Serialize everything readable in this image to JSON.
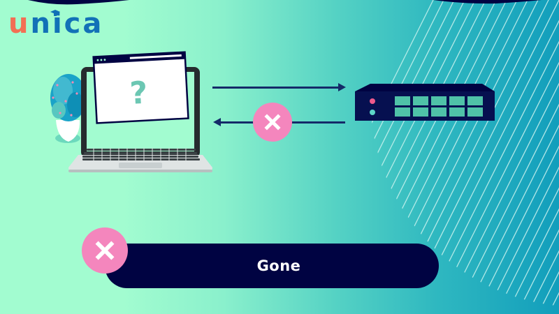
{
  "brand": {
    "logo_first_letter": "u",
    "logo_rest": "nica",
    "colors": {
      "logo_accent": "#f26f54",
      "logo_primary": "#1271b7"
    }
  },
  "diagram": {
    "client": {
      "icon": "laptop-icon",
      "browser_window_symbol": "?",
      "decoration": "potted-plant-icon"
    },
    "request_arrow": {
      "direction": "client-to-server",
      "icon": "arrow-right-icon"
    },
    "response_arrow": {
      "direction": "server-to-client",
      "icon": "arrow-left-icon",
      "blocked_icon": "close-icon"
    },
    "server": {
      "icon": "network-switch-icon",
      "port_count": 10,
      "led_colors": [
        "#ee5a8c",
        "#5dd6c8"
      ]
    }
  },
  "status": {
    "label": "Gone",
    "icon": "close-icon"
  },
  "colors": {
    "navy": "#000342",
    "arrow": "#142a68",
    "pink": "#f486bd",
    "mint": "#a2fcd0",
    "teal": "#129ebc",
    "question_mark": "#6cc7b3",
    "switch_port": "#4fc2a8"
  }
}
